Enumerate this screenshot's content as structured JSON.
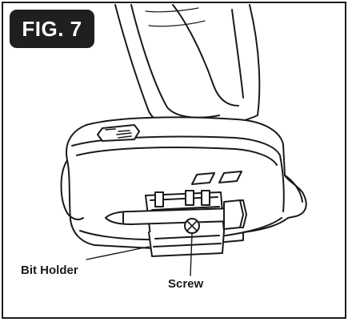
{
  "figure": {
    "label": "FIG. 7"
  },
  "callouts": {
    "bit_holder": "Bit Holder",
    "screw": "Screw"
  },
  "colors": {
    "ink": "#1a1a1a",
    "badge": "#1f1f1f",
    "background": "#ffffff"
  }
}
